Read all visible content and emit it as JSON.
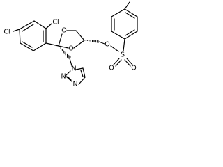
{
  "atoms": {
    "cl_top": "Cl",
    "cl_left": "Cl",
    "o_ring_upper": "O",
    "o_ring_lower": "O",
    "o_ester": "O",
    "s": "S",
    "o_sulfonyl_left": "O",
    "o_sulfonyl_right": "O",
    "n1": "N",
    "n2": "N",
    "n4": "N"
  }
}
